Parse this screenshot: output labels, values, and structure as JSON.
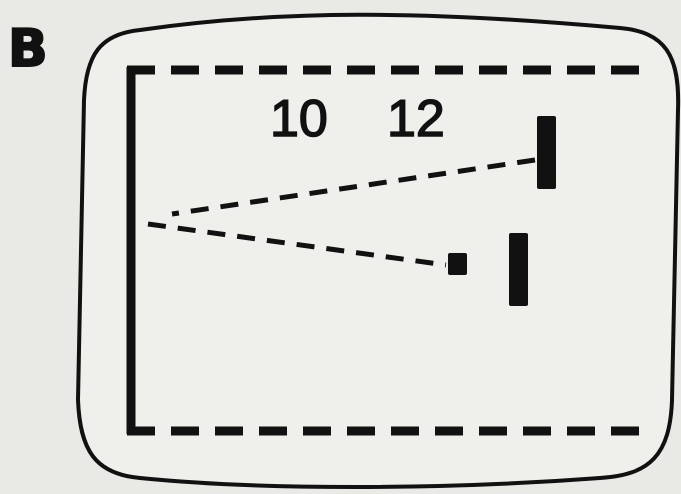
{
  "panel_label": "B",
  "scoreboard": {
    "left_score": "10",
    "right_score": "12"
  },
  "colors": {
    "paper": "#e9e9e6",
    "screen": "#efefec",
    "ink": "#111111"
  }
}
